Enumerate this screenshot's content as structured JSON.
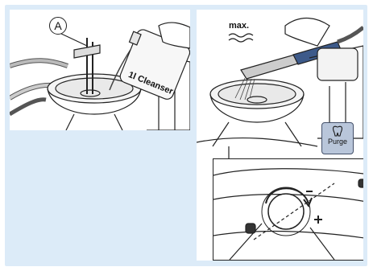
{
  "labels": {
    "callout_a": "A",
    "bottle": "1l Cleanser",
    "max_level": "max.",
    "purge_button": "Purge"
  },
  "icons": {
    "purge": "tooth-icon"
  },
  "colors": {
    "background_panel": "#dcebf8",
    "purge_button": "#b9c6da",
    "line": "#222222"
  }
}
